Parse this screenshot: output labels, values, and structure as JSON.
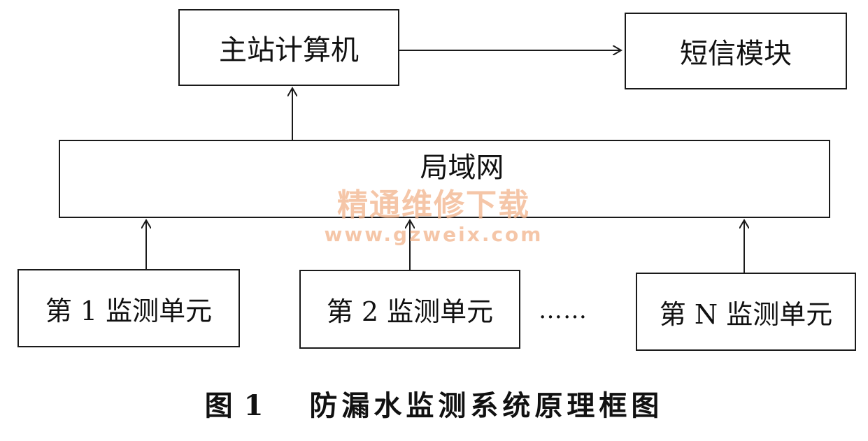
{
  "nodes": {
    "master_computer": "主站计算机",
    "sms_module": "短信模块",
    "lan": "局域网",
    "unit1": "第 1 监测单元",
    "unit2": "第 2 监测单元",
    "unitN": "第 N 监测单元"
  },
  "ellipsis": "……",
  "caption": {
    "label": "图",
    "number": "1",
    "title": "防漏水监测系统原理框图"
  },
  "watermark": {
    "text": "精通维修下载",
    "url": "www.gzweix.com"
  }
}
